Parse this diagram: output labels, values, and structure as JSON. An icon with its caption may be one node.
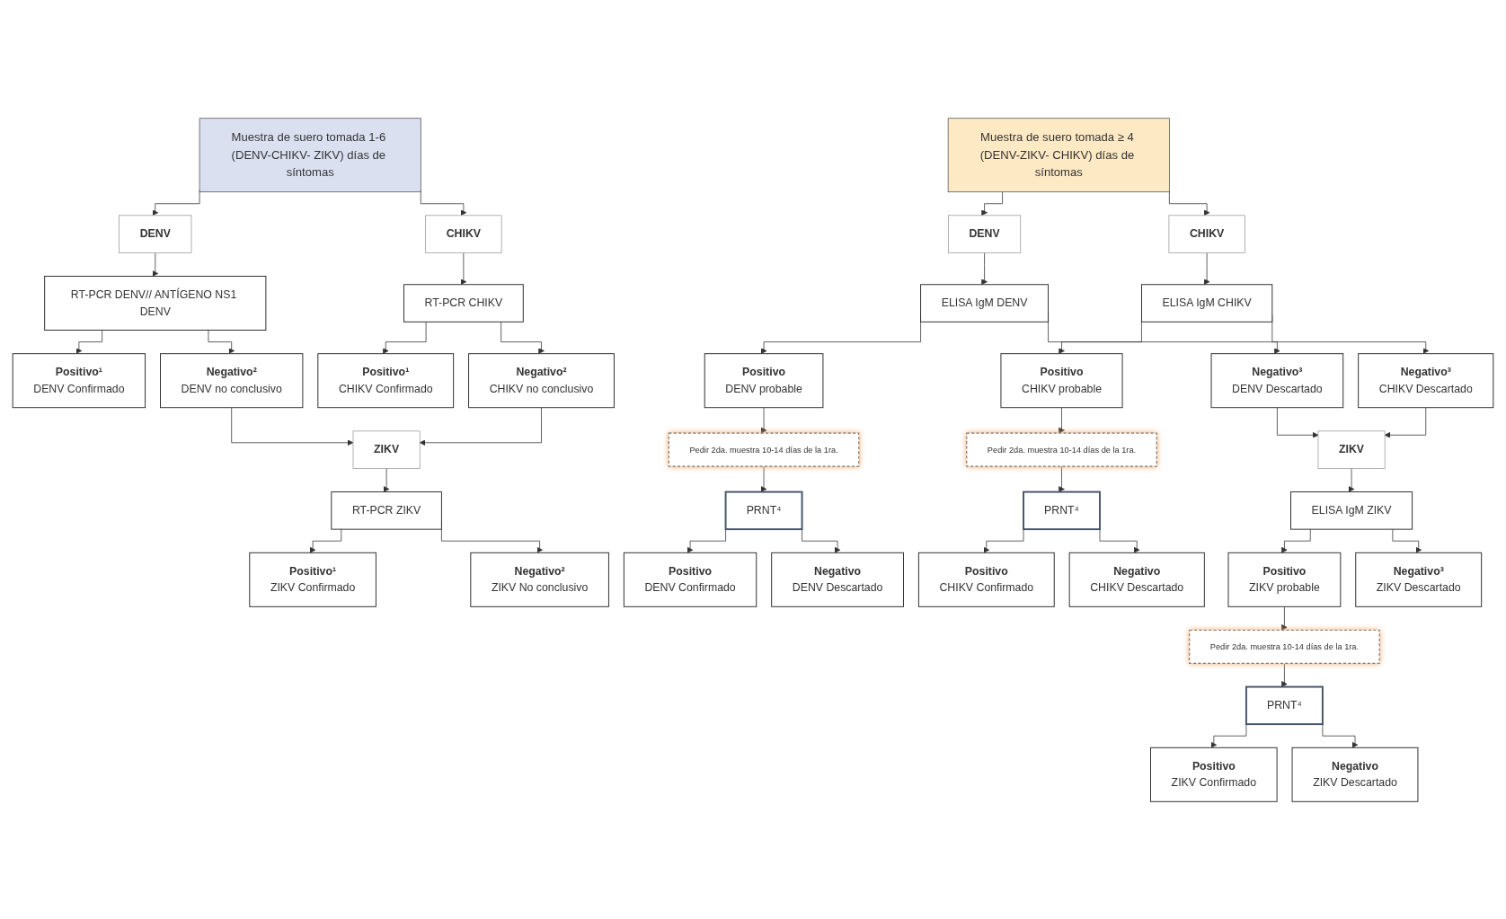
{
  "diagram": {
    "nodes": [
      {
        "text": [
          "Muestra de suero tomada 1-6 (DENV-CHIKV- ZIKV) días de síntomas"
        ]
      },
      {
        "text": [
          "DENV"
        ]
      },
      {
        "text": [
          "CHIKV"
        ]
      },
      {
        "text": [
          "RT-PCR DENV// ANTÍGENO NS1 DENV"
        ]
      },
      {
        "text": [
          "RT-PCR CHIKV"
        ]
      },
      {
        "text": [
          "Positivo¹",
          "DENV Confirmado"
        ]
      },
      {
        "text": [
          "Negativo²",
          "DENV no conclusivo"
        ]
      },
      {
        "text": [
          "Positivo¹",
          "CHIKV Confirmado"
        ]
      },
      {
        "text": [
          "Negativo²",
          "CHIKV no conclusivo"
        ]
      },
      {
        "text": [
          "ZIKV"
        ]
      },
      {
        "text": [
          "RT-PCR ZIKV"
        ]
      },
      {
        "text": [
          "Positivo¹",
          "ZIKV Confirmado"
        ]
      },
      {
        "text": [
          "Negativo²",
          "ZIKV No conclusivo"
        ]
      },
      {
        "text": [
          "Muestra de suero tomada ≥ 4 (DENV-ZIKV- CHIKV) días de síntomas"
        ]
      },
      {
        "text": [
          "DENV"
        ]
      },
      {
        "text": [
          "CHIKV"
        ]
      },
      {
        "text": [
          "ELISA IgM DENV"
        ]
      },
      {
        "text": [
          "ELISA IgM CHIKV"
        ]
      },
      {
        "text": [
          "Positivo",
          "DENV probable"
        ]
      },
      {
        "text": [
          "Negativo³",
          "DENV Descartado"
        ]
      },
      {
        "text": [
          "Positivo",
          "CHIKV probable"
        ]
      },
      {
        "text": [
          "Negativo³",
          "CHIKV Descartado"
        ]
      },
      {
        "text": [
          "Pedir 2da. muestra 10-14 días de la 1ra."
        ]
      },
      {
        "text": [
          "Pedir 2da. muestra 10-14 días de la 1ra."
        ]
      },
      {
        "text": [
          "ZIKV"
        ]
      },
      {
        "text": [
          "PRNT⁴"
        ]
      },
      {
        "text": [
          "PRNT⁴"
        ]
      },
      {
        "text": [
          "ELISA IgM ZIKV"
        ]
      },
      {
        "text": [
          "Positivo",
          "DENV Confirmado"
        ]
      },
      {
        "text": [
          "Negativo",
          "DENV Descartado"
        ]
      },
      {
        "text": [
          "Positivo",
          "CHIKV Confirmado"
        ]
      },
      {
        "text": [
          "Negativo",
          "CHIKV Descartado"
        ]
      },
      {
        "text": [
          "Positivo",
          "ZIKV probable"
        ]
      },
      {
        "text": [
          "Negativo³",
          "ZIKV Descartado"
        ]
      },
      {
        "text": [
          "Pedir 2da. muestra 10-14 días de la 1ra."
        ]
      },
      {
        "text": [
          "PRNT⁴"
        ]
      },
      {
        "text": [
          "Positivo",
          "ZIKV Confirmado"
        ]
      },
      {
        "text": [
          "Negativo",
          "ZIKV Descartado"
        ]
      }
    ],
    "edges": [
      {
        "from": 0,
        "to": 1,
        "arrow": "to"
      },
      {
        "from": 0,
        "to": 2,
        "arrow": "to"
      },
      {
        "from": 1,
        "to": 3,
        "arrow": "to"
      },
      {
        "from": 2,
        "to": 4,
        "arrow": "to"
      },
      {
        "from": 3,
        "to": 5,
        "arrow": "to"
      },
      {
        "from": 3,
        "to": 6,
        "arrow": "to"
      },
      {
        "from": 4,
        "to": 7,
        "arrow": "to"
      },
      {
        "from": 4,
        "to": 8,
        "arrow": "to"
      },
      {
        "from": 6,
        "to": 9,
        "arrow": "to"
      },
      {
        "from": 8,
        "to": 9,
        "arrow": "to"
      },
      {
        "from": 9,
        "to": 10,
        "arrow": "to"
      },
      {
        "from": 10,
        "to": 11,
        "arrow": "to"
      },
      {
        "from": 10,
        "to": 12,
        "arrow": "to"
      },
      {
        "from": 13,
        "to": 14,
        "arrow": "to"
      },
      {
        "from": 13,
        "to": 15,
        "arrow": "to"
      },
      {
        "from": 14,
        "to": 16,
        "arrow": "to"
      },
      {
        "from": 15,
        "to": 17,
        "arrow": "to"
      },
      {
        "from": 16,
        "to": 18,
        "arrow": "to"
      },
      {
        "from": 16,
        "to": 19,
        "arrow": "to"
      },
      {
        "from": 17,
        "to": 20,
        "arrow": "to"
      },
      {
        "from": 17,
        "to": 21,
        "arrow": "to"
      },
      {
        "from": 18,
        "to": 22,
        "arrow": "to"
      },
      {
        "from": 20,
        "to": 23,
        "arrow": "to"
      },
      {
        "from": 19,
        "to": 24,
        "arrow": "to"
      },
      {
        "from": 21,
        "to": 24,
        "arrow": "to"
      },
      {
        "from": 22,
        "to": 25,
        "arrow": "to"
      },
      {
        "from": 23,
        "to": 26,
        "arrow": "to"
      },
      {
        "from": 24,
        "to": 27,
        "arrow": "to"
      },
      {
        "from": 25,
        "to": 28,
        "arrow": "to"
      },
      {
        "from": 25,
        "to": 29,
        "arrow": "to"
      },
      {
        "from": 26,
        "to": 30,
        "arrow": "to"
      },
      {
        "from": 26,
        "to": 31,
        "arrow": "to"
      },
      {
        "from": 27,
        "to": 32,
        "arrow": "to"
      },
      {
        "from": 27,
        "to": 33,
        "arrow": "to"
      },
      {
        "from": 32,
        "to": 34,
        "arrow": "to"
      },
      {
        "from": 34,
        "to": 35,
        "arrow": "to"
      },
      {
        "from": 35,
        "to": 36,
        "arrow": "to"
      },
      {
        "from": 35,
        "to": 37,
        "arrow": "to"
      }
    ]
  }
}
